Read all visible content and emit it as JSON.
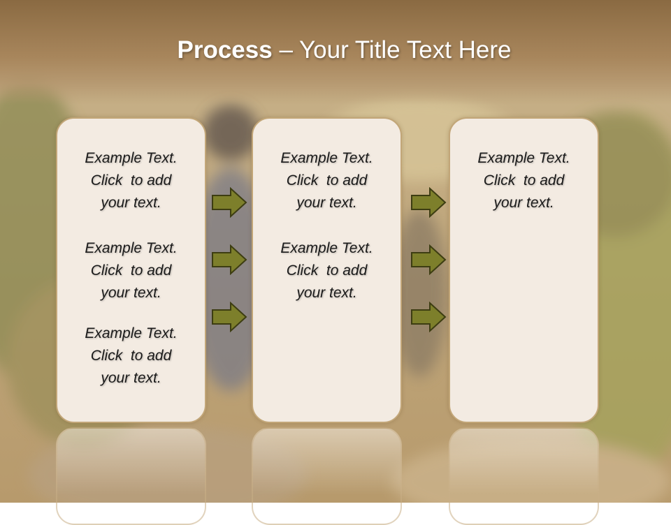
{
  "title": {
    "bold": "Process",
    "rest": " – Your Title Text Here"
  },
  "columns": [
    {
      "items": [
        [
          "Example Text.",
          "Click  to add",
          "your text."
        ],
        [
          "Example Text.",
          "Click  to add",
          "your text."
        ],
        [
          "Example Text.",
          "Click  to add",
          "your text."
        ]
      ]
    },
    {
      "items": [
        [
          "Example Text.",
          "Click  to add",
          "your text."
        ],
        [
          "Example Text.",
          "Click  to add",
          "your text."
        ]
      ]
    },
    {
      "items": [
        [
          "Example Text.",
          "Click  to add",
          "your text."
        ]
      ]
    }
  ],
  "colors": {
    "arrow_fill": "#7d7f2b",
    "arrow_stroke": "#3d3d12",
    "card_fill": "#f3ebe2",
    "card_border": "#c2a678",
    "title_bar": "#8a6a42"
  },
  "icons": {
    "arrow": "right-arrow-icon"
  }
}
